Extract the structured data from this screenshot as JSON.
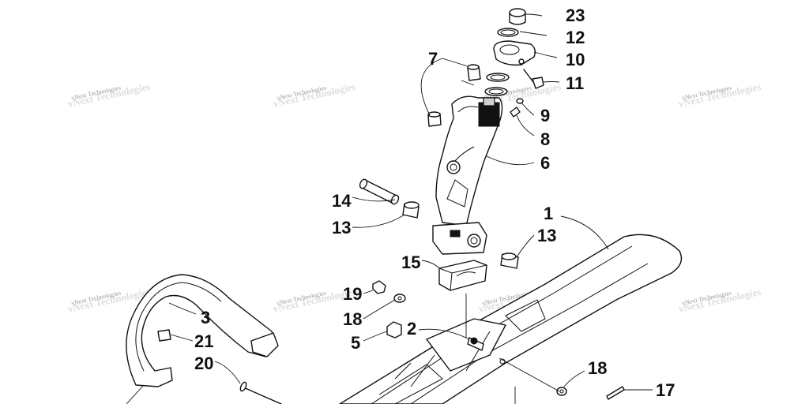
{
  "watermark": {
    "text": "vNext Technologies"
  },
  "parts": [
    {
      "id": "p23",
      "label": "23"
    },
    {
      "id": "p12",
      "label": "12"
    },
    {
      "id": "p10",
      "label": "10"
    },
    {
      "id": "p11",
      "label": "11"
    },
    {
      "id": "p7",
      "label": "7"
    },
    {
      "id": "p9",
      "label": "9"
    },
    {
      "id": "p8",
      "label": "8"
    },
    {
      "id": "p6",
      "label": "6"
    },
    {
      "id": "p14",
      "label": "14"
    },
    {
      "id": "p13a",
      "label": "13"
    },
    {
      "id": "p1",
      "label": "1"
    },
    {
      "id": "p13b",
      "label": "13"
    },
    {
      "id": "p15",
      "label": "15"
    },
    {
      "id": "p19",
      "label": "19"
    },
    {
      "id": "p18a",
      "label": "18"
    },
    {
      "id": "p2",
      "label": "2"
    },
    {
      "id": "p5",
      "label": "5"
    },
    {
      "id": "p3",
      "label": "3"
    },
    {
      "id": "p21",
      "label": "21"
    },
    {
      "id": "p20",
      "label": "20"
    },
    {
      "id": "p18b",
      "label": "18"
    },
    {
      "id": "p17",
      "label": "17"
    }
  ]
}
